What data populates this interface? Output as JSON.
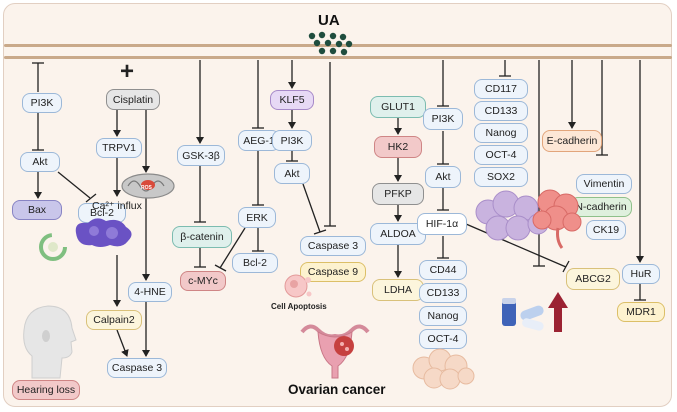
{
  "diagram": {
    "title": "UA",
    "bottom_title": "Ovarian cancer",
    "nodes": {
      "pi3k_left": "PI3K",
      "akt_left": "Akt",
      "bax": "Bax",
      "bcl2_left": "Bcl-2",
      "cisplatin": "Cisplatin",
      "plus_symbol": "+",
      "trpv1": "TRPV1",
      "ros": "ROS",
      "ca_influx": "Ca²⁺ influx",
      "hne": "4-HNE",
      "calpain2": "Calpain2",
      "caspase3_left": "Caspase 3",
      "hearing_loss": "Hearing loss",
      "gsk3b": "GSK-3β",
      "beta_catenin": "β-catenin",
      "cmyc": "c-MYc",
      "aeg1": "AEG-1",
      "erk": "ERK",
      "bcl2_mid": "Bcl-2",
      "klf5": "KLF5",
      "pi3k_mid": "PI3K",
      "akt_mid": "Akt",
      "caspase3_mid": "Caspase 3",
      "caspase9": "Caspase 9",
      "cell_apoptosis": "Cell Apoptosis",
      "glut1": "GLUT1",
      "hk2": "HK2",
      "pfkp": "PFKP",
      "aldoa": "ALDOA",
      "ldha": "LDHA",
      "pi3k_right": "PI3K",
      "akt_right": "Akt",
      "hif1a": "HIF-1α",
      "cd44": "CD44",
      "cd133_lower": "CD133",
      "nanog_lower": "Nanog",
      "oct4_lower": "OCT-4",
      "cd117": "CD117",
      "cd133_upper": "CD133",
      "nanog_upper": "Nanog",
      "oct4_upper": "OCT-4",
      "sox2": "SOX2",
      "e_cadherin": "E-cadherin",
      "vimentin": "Vimentin",
      "n_cadherin": "N-cadherin",
      "ck19": "CK19",
      "abcg2": "ABCG2",
      "hur": "HuR",
      "mdr1": "MDR1"
    }
  },
  "colors": {
    "membrane": "#c9a98a",
    "frame_bg": "#fbf3ec",
    "ua_dots": "#1f4d3e",
    "arrow": "#222222",
    "ros_red": "#d94a3a",
    "up_arrow": "#9b2232"
  },
  "icons": [
    "mitochondria-icon",
    "dna-stain-icon",
    "head-profile-icon",
    "uterus-icon",
    "stem-cell-cluster-icon",
    "tumor-cell-icon",
    "drug-pill-icon",
    "up-arrow-icon",
    "apoptotic-cell-icon",
    "timeline-circle-icon"
  ]
}
